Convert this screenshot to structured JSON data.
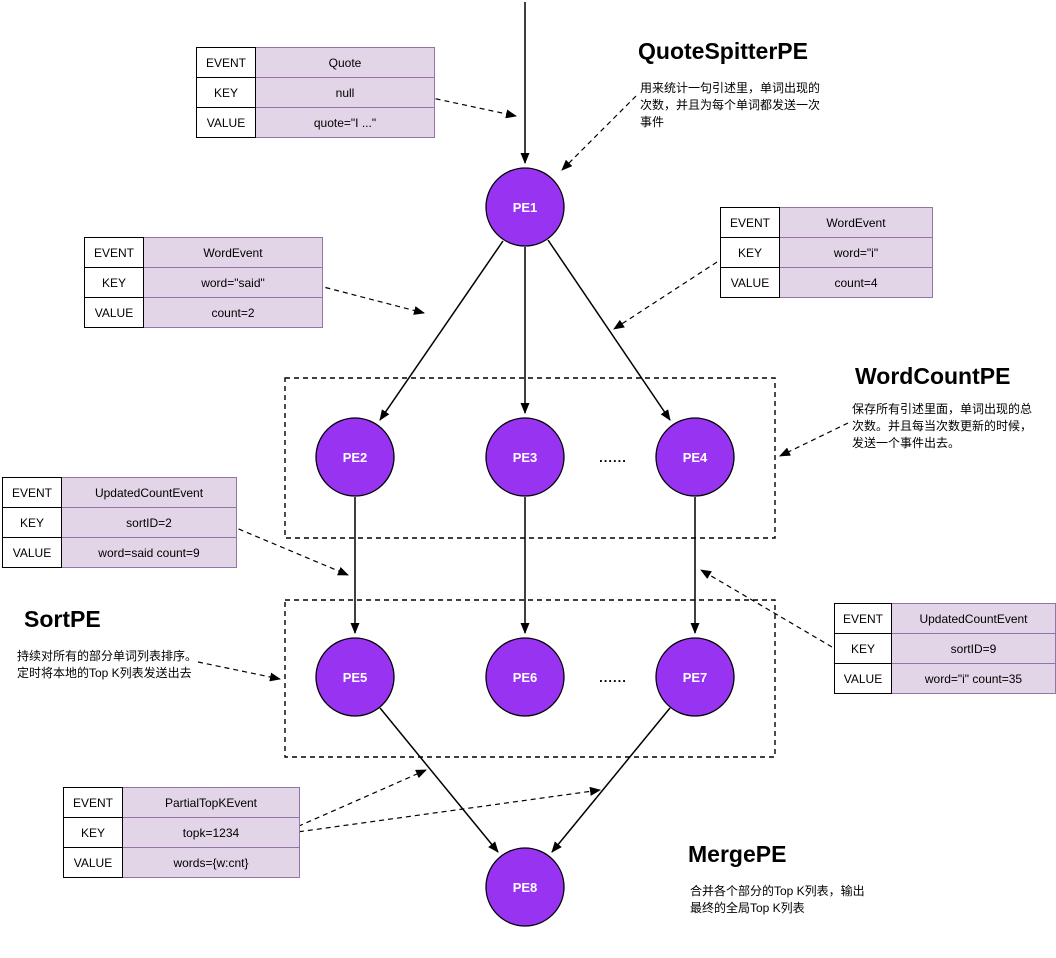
{
  "colors": {
    "node_fill": "#9933f2",
    "node_stroke": "#000000",
    "table_value_fill": "#e1d5e7",
    "table_value_border": "#9673a6",
    "table_label_fill": "#ffffff",
    "table_label_border": "#000000",
    "edge_color": "#000000",
    "background": "#ffffff"
  },
  "nodes": {
    "pe1": "PE1",
    "pe2": "PE2",
    "pe3": "PE3",
    "pe4": "PE4",
    "pe5": "PE5",
    "pe6": "PE6",
    "pe7": "PE7",
    "pe8": "PE8"
  },
  "ellipsis": {
    "wordcount_row": "......",
    "sort_row": "......"
  },
  "sections": {
    "quote_spitter": {
      "title": "QuoteSpitterPE",
      "desc_lines": [
        "用来统计一句引述里，单词出现的",
        "次数，并且为每个单词都发送一次",
        "事件"
      ]
    },
    "word_count": {
      "title": "WordCountPE",
      "desc_lines": [
        "保存所有引述里面，单词出现的总",
        "次数。并且每当次数更新的时候，",
        "发送一个事件出去。"
      ]
    },
    "sort": {
      "title": "SortPE",
      "desc_lines": [
        "持续对所有的部分单词列表排序。",
        "定时将本地的Top K列表发送出去"
      ]
    },
    "merge": {
      "title": "MergePE",
      "desc_lines": [
        "合并各个部分的Top K列表，输出",
        "最终的全局Top K列表"
      ]
    }
  },
  "tables": {
    "quote": {
      "rows": [
        {
          "label": "EVENT",
          "value": "Quote"
        },
        {
          "label": "KEY",
          "value": "null"
        },
        {
          "label": "VALUE",
          "value": "quote=\"I ...\""
        }
      ]
    },
    "word_said": {
      "rows": [
        {
          "label": "EVENT",
          "value": "WordEvent"
        },
        {
          "label": "KEY",
          "value": "word=\"said\""
        },
        {
          "label": "VALUE",
          "value": "count=2"
        }
      ]
    },
    "word_i": {
      "rows": [
        {
          "label": "EVENT",
          "value": "WordEvent"
        },
        {
          "label": "KEY",
          "value": "word=\"i\""
        },
        {
          "label": "VALUE",
          "value": "count=4"
        }
      ]
    },
    "updated_said": {
      "rows": [
        {
          "label": "EVENT",
          "value": "UpdatedCountEvent"
        },
        {
          "label": "KEY",
          "value": "sortID=2"
        },
        {
          "label": "VALUE",
          "value": "word=said count=9"
        }
      ]
    },
    "updated_i": {
      "rows": [
        {
          "label": "EVENT",
          "value": "UpdatedCountEvent"
        },
        {
          "label": "KEY",
          "value": "sortID=9"
        },
        {
          "label": "VALUE",
          "value": "word=\"i\" count=35"
        }
      ]
    },
    "partial_topk": {
      "rows": [
        {
          "label": "EVENT",
          "value": "PartialTopKEvent"
        },
        {
          "label": "KEY",
          "value": "topk=1234"
        },
        {
          "label": "VALUE",
          "value": "words={w:cnt}"
        }
      ]
    }
  }
}
